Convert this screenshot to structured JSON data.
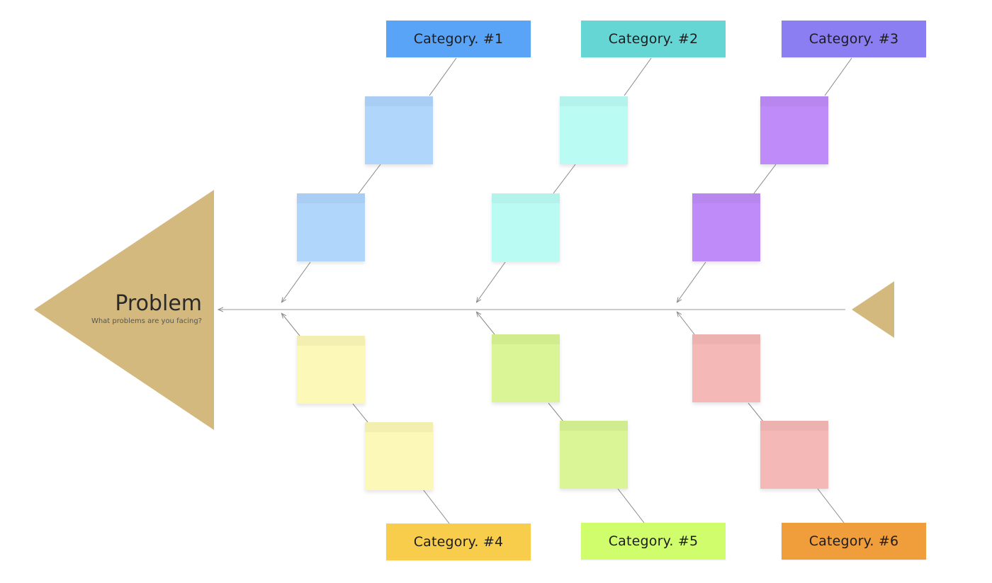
{
  "problem": {
    "title": "Problem",
    "subtitle": "What problems are you facing?"
  },
  "categories": [
    {
      "label": "Category.  #1",
      "color": "#5aa4f7"
    },
    {
      "label": "Category.  #2",
      "color": "#66d6d5"
    },
    {
      "label": "Category.  #3",
      "color": "#8b7df2"
    },
    {
      "label": "Category.  #4",
      "color": "#f7cd4b"
    },
    {
      "label": "Category. #5",
      "color": "#d0fd6c"
    },
    {
      "label": "Category. #6",
      "color": "#f09d3b"
    }
  ],
  "note_colors": {
    "blue": "#b1d6fc",
    "cyan": "#bafcf4",
    "purple": "#bf8bf8",
    "yellow": "#fcf8b8",
    "green": "#d9f595",
    "pink": "#f4b9b7"
  },
  "shape_colors": {
    "head": "#d4b97f",
    "tail": "#d4b97f",
    "spine": "#9a9a9a",
    "bone": "#8a8a8a"
  }
}
